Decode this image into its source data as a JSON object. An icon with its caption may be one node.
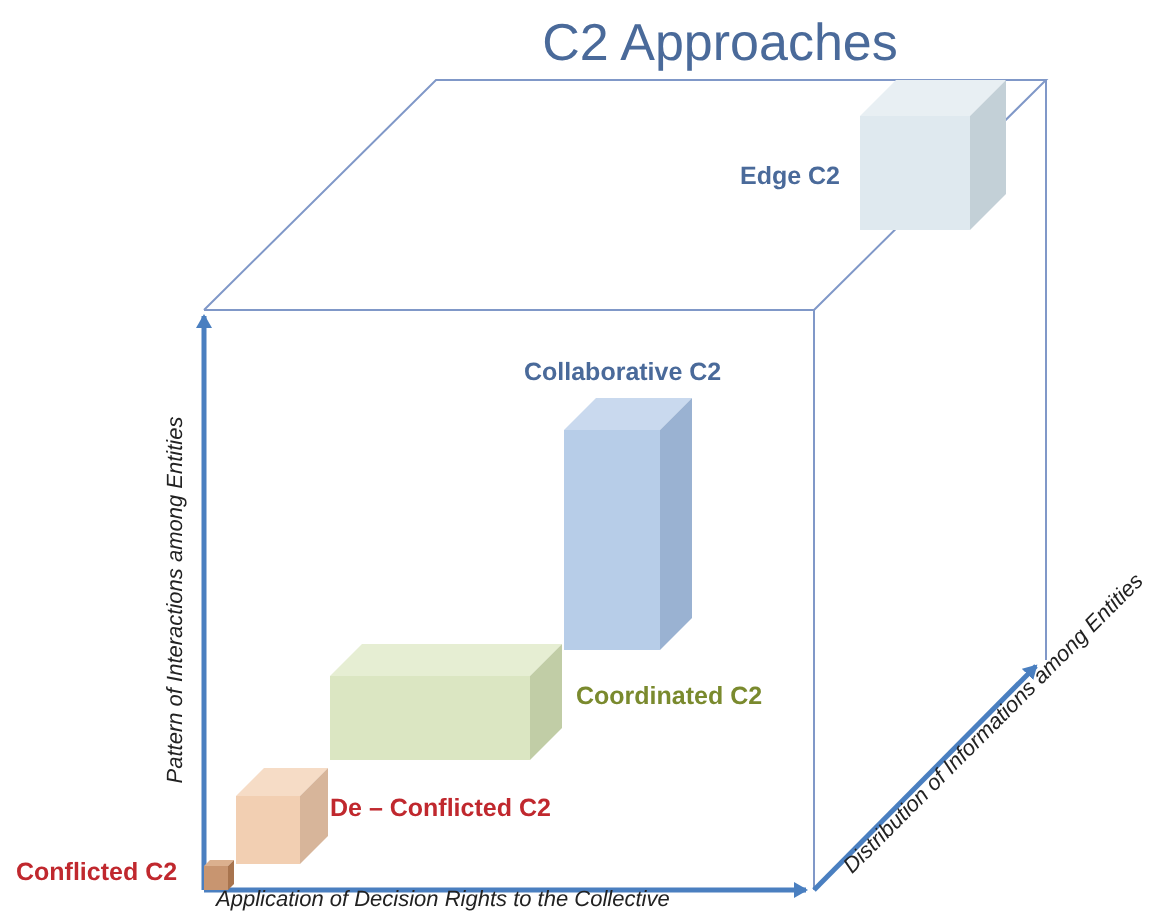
{
  "diagram": {
    "title": "C2 Approaches",
    "nodes": [
      {
        "text": [],
        "shape": "box",
        "beside": [
          "Conflicted C2"
        ]
      },
      {
        "text": [],
        "shape": "box",
        "beside": [
          "De – Conflicted C2"
        ]
      },
      {
        "text": [],
        "shape": "box",
        "beside": [
          "Coordinated C2"
        ]
      },
      {
        "text": [],
        "shape": "box",
        "beside": [
          "Collaborative C2"
        ]
      },
      {
        "text": [],
        "shape": "box",
        "beside": [
          "Edge C2"
        ]
      }
    ],
    "labels": [
      "Pattern of Interactions among Entities",
      "Application of Decision Rights to the Collective",
      "Distribution of Informations among Entities"
    ]
  }
}
